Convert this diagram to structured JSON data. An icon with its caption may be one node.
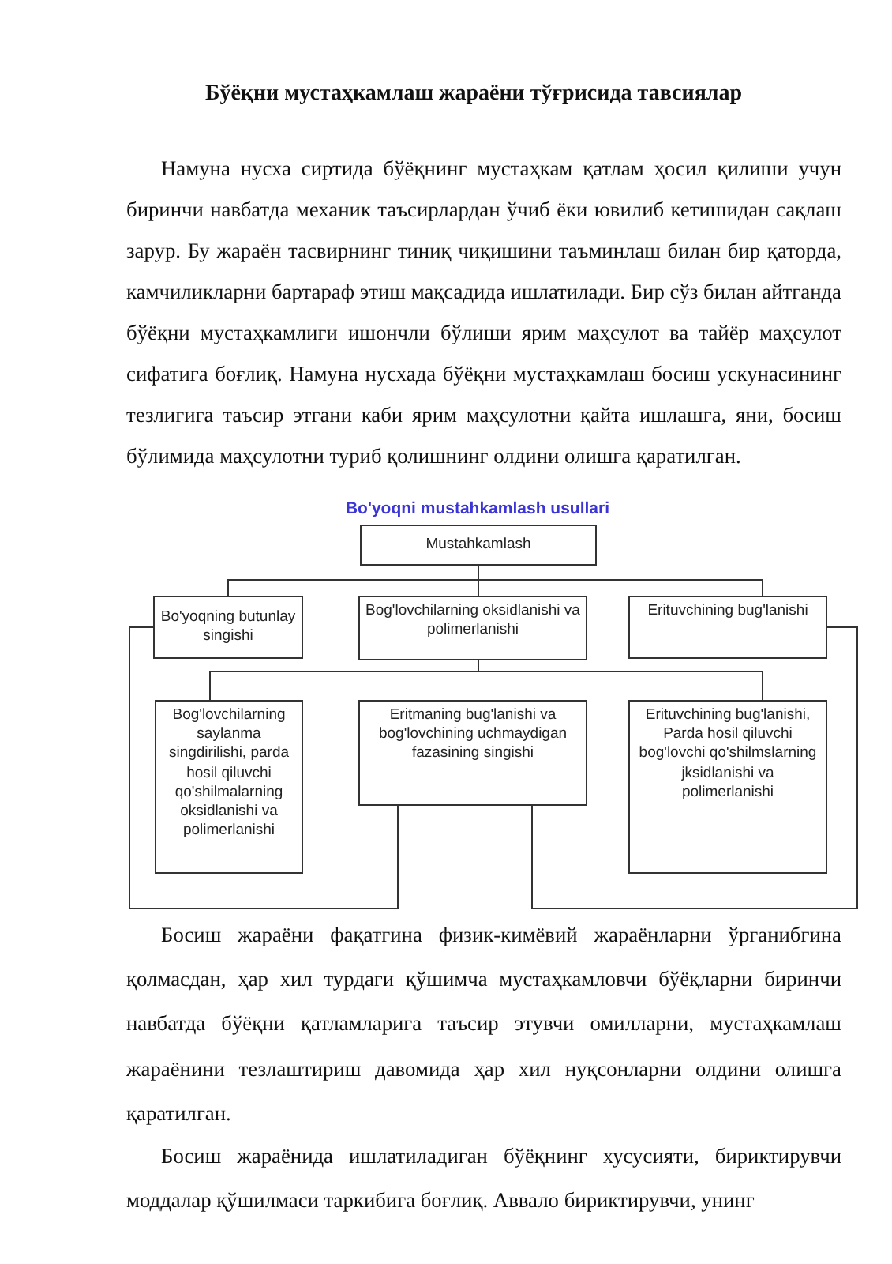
{
  "diagram": {
    "title": "Бўёқни мустаҳкамлаш жараёни тўғрисида тавсиялар",
    "nodes": [
      {
        "text": [
          "Mustahkamlash"
        ]
      },
      {
        "text": [
          "Bo'yoqning butunlay singishi"
        ]
      },
      {
        "text": [
          "Bog'lovchilarning oksidlanishi va polimerlanishi"
        ]
      },
      {
        "text": [
          "Erituvchining bug'lanishi"
        ]
      },
      {
        "text": [
          "Bog'lovchilarning saylanma singdirilishi, parda hosil qiluvchi qo'shilmalarning oksidlanishi va polimerlanishi"
        ]
      },
      {
        "text": [
          "Eritmaning bug'lanishi va bog'lovchining uchmaydigan fazasining singishi"
        ]
      },
      {
        "text": [
          "Erituvchining bug'lanishi, Parda hosil qiluvchi bog'lovchi qo'shilmslarning jksidlanishi va polimerlanishi"
        ]
      }
    ],
    "edges": [
      {
        "from": 0,
        "to": 1,
        "arrow": "none"
      },
      {
        "from": 0,
        "to": 2,
        "arrow": "none"
      },
      {
        "from": 0,
        "to": 3,
        "arrow": "none"
      },
      {
        "from": 2,
        "to": 4,
        "arrow": "none"
      },
      {
        "from": 2,
        "to": 6,
        "arrow": "none"
      },
      {
        "from": 1,
        "to": 5,
        "arrow": "none"
      },
      {
        "from": 3,
        "to": 5,
        "arrow": "none"
      }
    ],
    "labels": [
      "Намуна нусха сиртида бўёқнинг мустаҳкам қатлам ҳосил қилиши учун биринчи навбатда механик таъсирлардан ўчиб ёки ювилиб кетишидан сақлаш зарур. Бу жараён тасвирнинг тиниқ чиқишини таъминлаш билан бир қаторда, камчиликларни бартараф этиш мақсадида ишлатилади. Бир сўз билан айтганда бўёқни мустаҳкамлиги ишончли бўлиши ярим маҳсулот ва тайёр маҳсулот сифатига боғлиқ. Намуна нусхада бўёқни мустаҳкамлаш босиш ускунасининг тезлигига таъсир этгани каби ярим маҳсулотни қайта ишлашга, яни, босиш бўлимида маҳсулотни туриб қолишнинг олдини олишга қаратилган.",
      "Bo'yoqni mustahkamlash usullari",
      "Босиш жараёни фақатгина физик-кимёвий жараёнларни ўрганибгина қолмасдан, ҳар хил турдаги қўшимча мустаҳкамловчи бўёқларни биринчи навбатда бўёқни қатламларига таъсир этувчи омилларни, мустаҳкамлаш жараёнини тезлаштириш давомида ҳар хил нуқсонларни олдини олишга қаратилган.",
      "Босиш жараёнида ишлатиладиган бўёқнинг хусусияти, бириктирувчи моддалар қўшилмаси таркибига боғлиқ. Аввало бириктирувчи, унинг"
    ]
  }
}
